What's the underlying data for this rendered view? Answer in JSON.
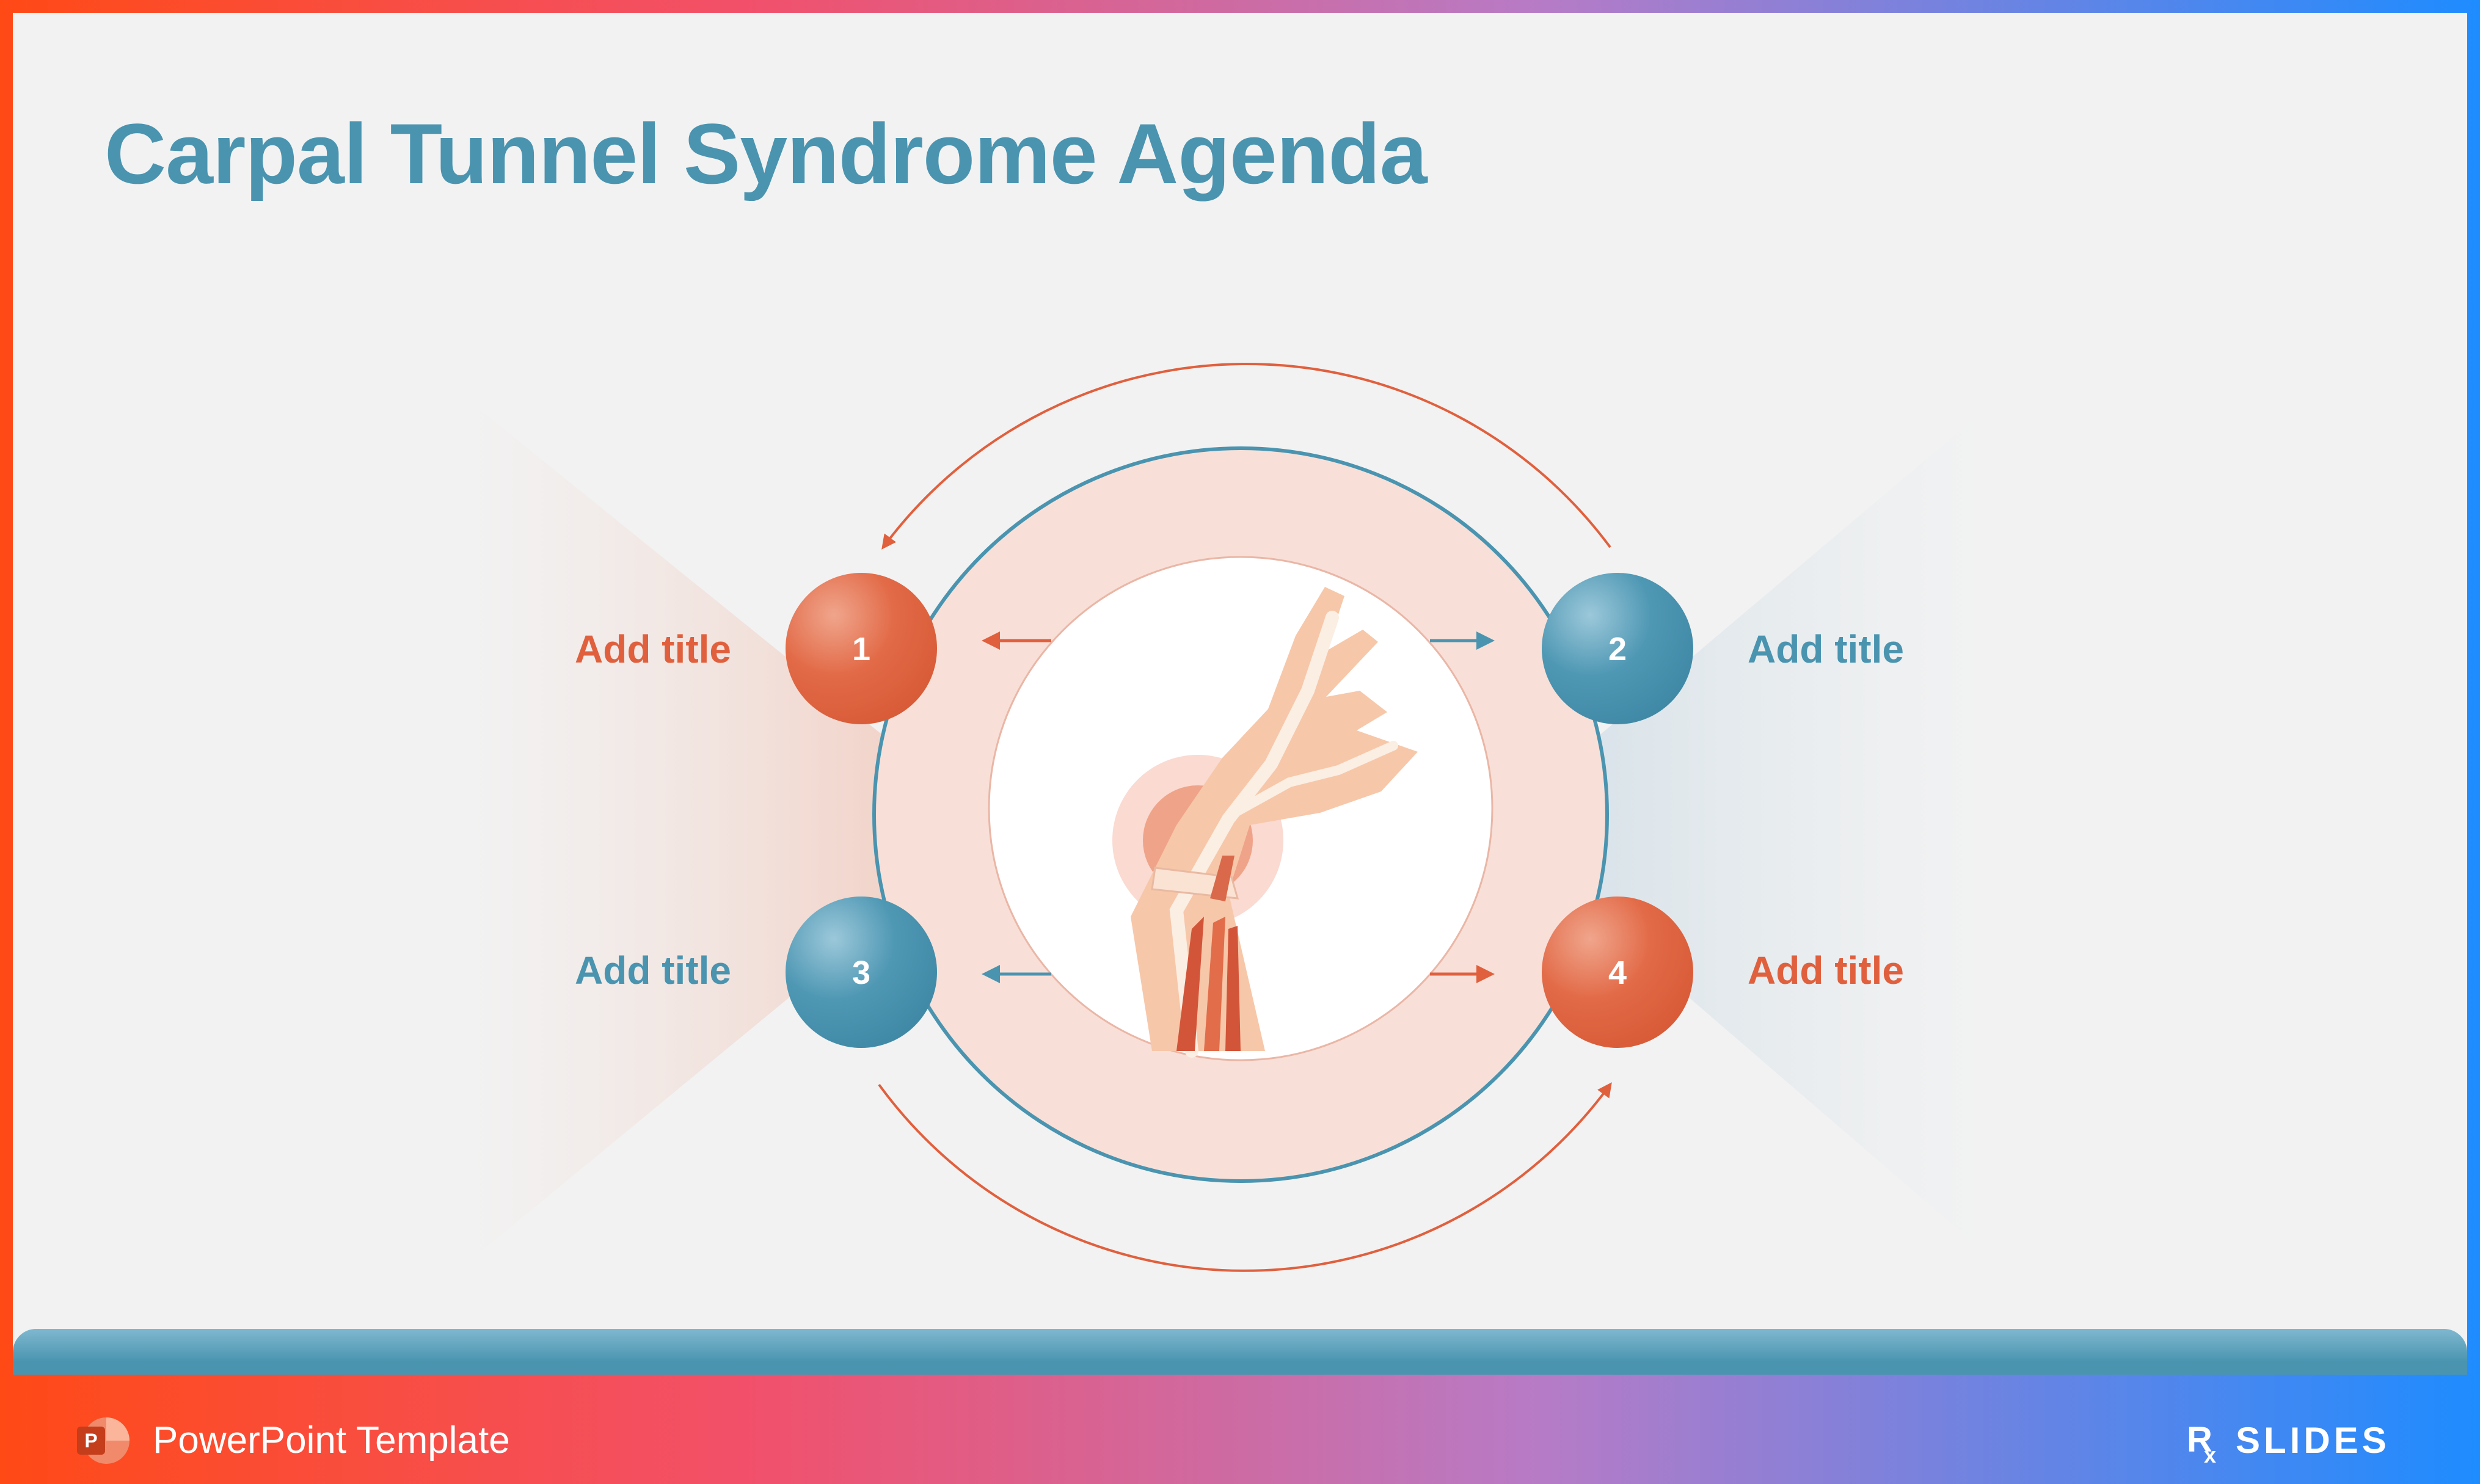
{
  "slide": {
    "title": "Carpal Tunnel Syndrome Agenda"
  },
  "agenda": {
    "items": [
      {
        "number": "1",
        "label": "Add title",
        "color": "#e0603e"
      },
      {
        "number": "2",
        "label": "Add title",
        "color": "#4a94b0"
      },
      {
        "number": "3",
        "label": "Add title",
        "color": "#4a94b0"
      },
      {
        "number": "4",
        "label": "Add title",
        "color": "#e0603e"
      }
    ]
  },
  "footer": {
    "label": "PowerPoint Template",
    "ppt_icon": "powerpoint-icon",
    "brand_logo": "rxslides-logo",
    "brand_text": "SLIDES"
  },
  "colors": {
    "accent_orange": "#e0603e",
    "accent_teal": "#4a94b0",
    "title": "#4a94b0",
    "background": "#f2f2f2"
  }
}
